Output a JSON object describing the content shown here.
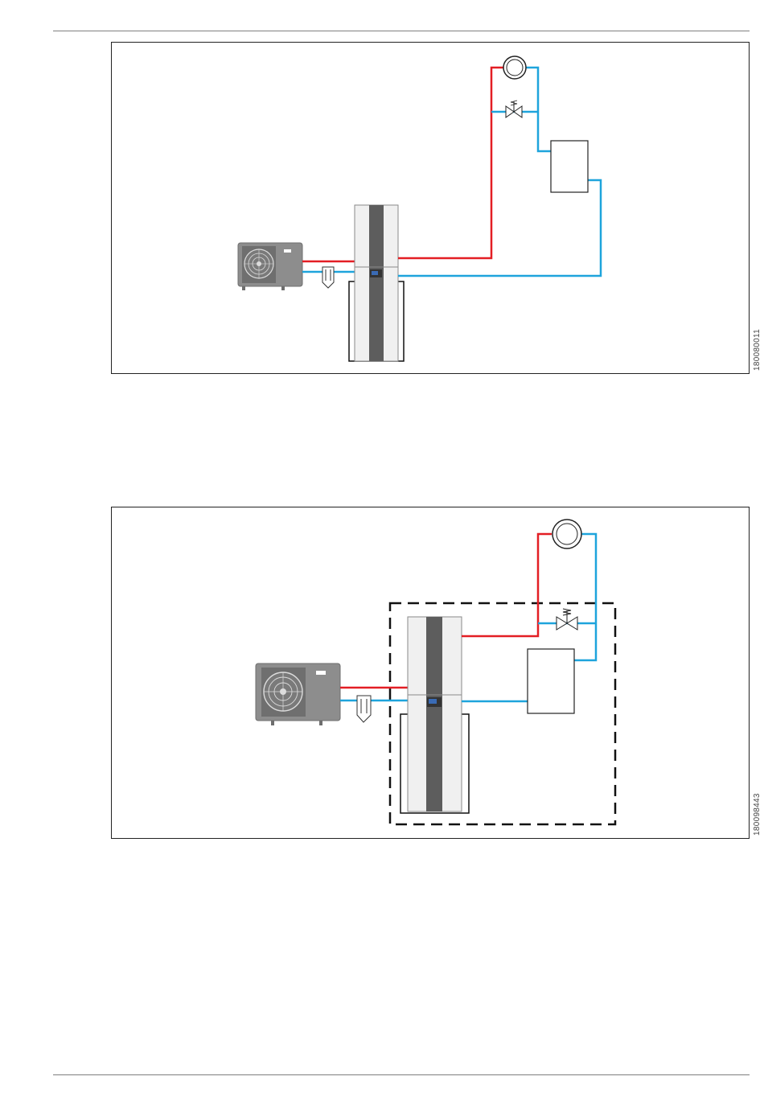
{
  "page": {
    "type": "technical-manual-page"
  },
  "figures": [
    {
      "id": "figure-1",
      "figure_number": "180080011",
      "components": [
        "outdoor-heat-pump-unit",
        "filter",
        "indoor-tower-unit",
        "hot-water-cylinder",
        "circulation-pump",
        "overflow-valve",
        "buffer-tank"
      ],
      "flow_color": "#e31e24",
      "return_color": "#1ea4dc"
    },
    {
      "id": "figure-2",
      "figure_number": "180098443",
      "components": [
        "outdoor-heat-pump-unit",
        "filter",
        "indoor-tower-unit",
        "hot-water-cylinder",
        "circulation-pump",
        "overflow-valve",
        "buffer-tank",
        "dashed-system-boundary"
      ],
      "flow_color": "#e31e24",
      "return_color": "#1ea4dc"
    }
  ]
}
